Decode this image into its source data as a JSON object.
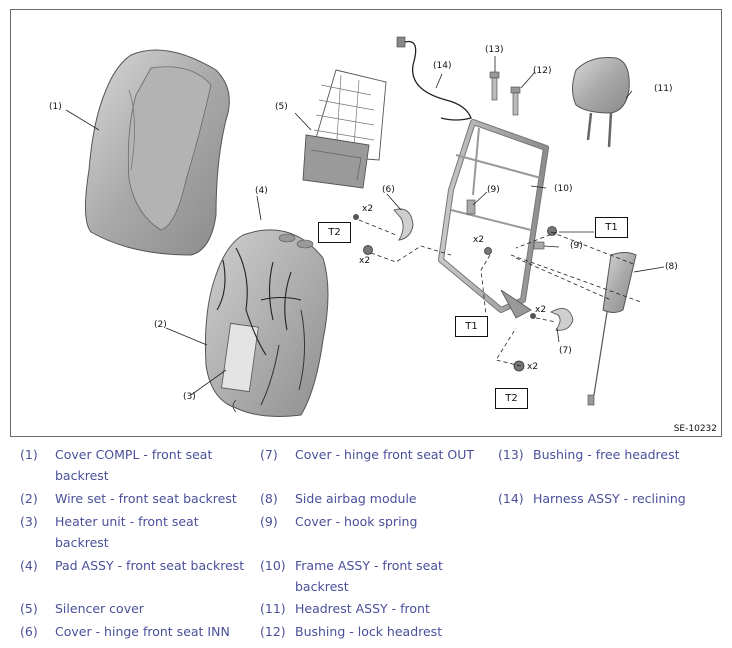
{
  "figure": {
    "id_label": "SE-10232",
    "callouts": {
      "c1": "(1)",
      "c2": "(2)",
      "c3": "(3)",
      "c4": "(4)",
      "c5": "(5)",
      "c6": "(6)",
      "c7": "(7)",
      "c8": "(8)",
      "c9a": "(9)",
      "c9b": "(9)",
      "c10": "(10)",
      "c11": "(11)",
      "c12": "(12)",
      "c13": "(13)",
      "c14": "(14)"
    },
    "torque_labels": {
      "t2_left": "T2",
      "t1_right": "T1",
      "t1_mid": "T1",
      "t2_bottom": "T2"
    },
    "multipliers": {
      "m1": "x2",
      "m2": "x2",
      "m3": "x2",
      "m4": "x2",
      "m5": "x2"
    }
  },
  "legend": [
    {
      "num": "(1)",
      "text": "Cover COMPL - front seat",
      "cont": "backrest"
    },
    {
      "num": "(2)",
      "text": "Wire set - front seat backrest"
    },
    {
      "num": "(3)",
      "text": "Heater unit - front seat",
      "cont": "backrest"
    },
    {
      "num": "(4)",
      "text": "Pad ASSY - front seat backrest"
    },
    {
      "num": "(5)",
      "text": "Silencer cover"
    },
    {
      "num": "(6)",
      "text": "Cover - hinge front seat INN"
    },
    {
      "num": "(7)",
      "text": "Cover - hinge front seat OUT"
    },
    {
      "num": "(8)",
      "text": "Side airbag module"
    },
    {
      "num": "(9)",
      "text": "Cover - hook spring"
    },
    {
      "num": "(10)",
      "text": "Frame ASSY - front seat",
      "cont": "backrest"
    },
    {
      "num": "(11)",
      "text": "Headrest ASSY - front"
    },
    {
      "num": "(12)",
      "text": "Bushing - lock headrest"
    },
    {
      "num": "(13)",
      "text": "Bushing - free headrest"
    },
    {
      "num": "(14)",
      "text": "Harness ASSY - reclining"
    }
  ]
}
